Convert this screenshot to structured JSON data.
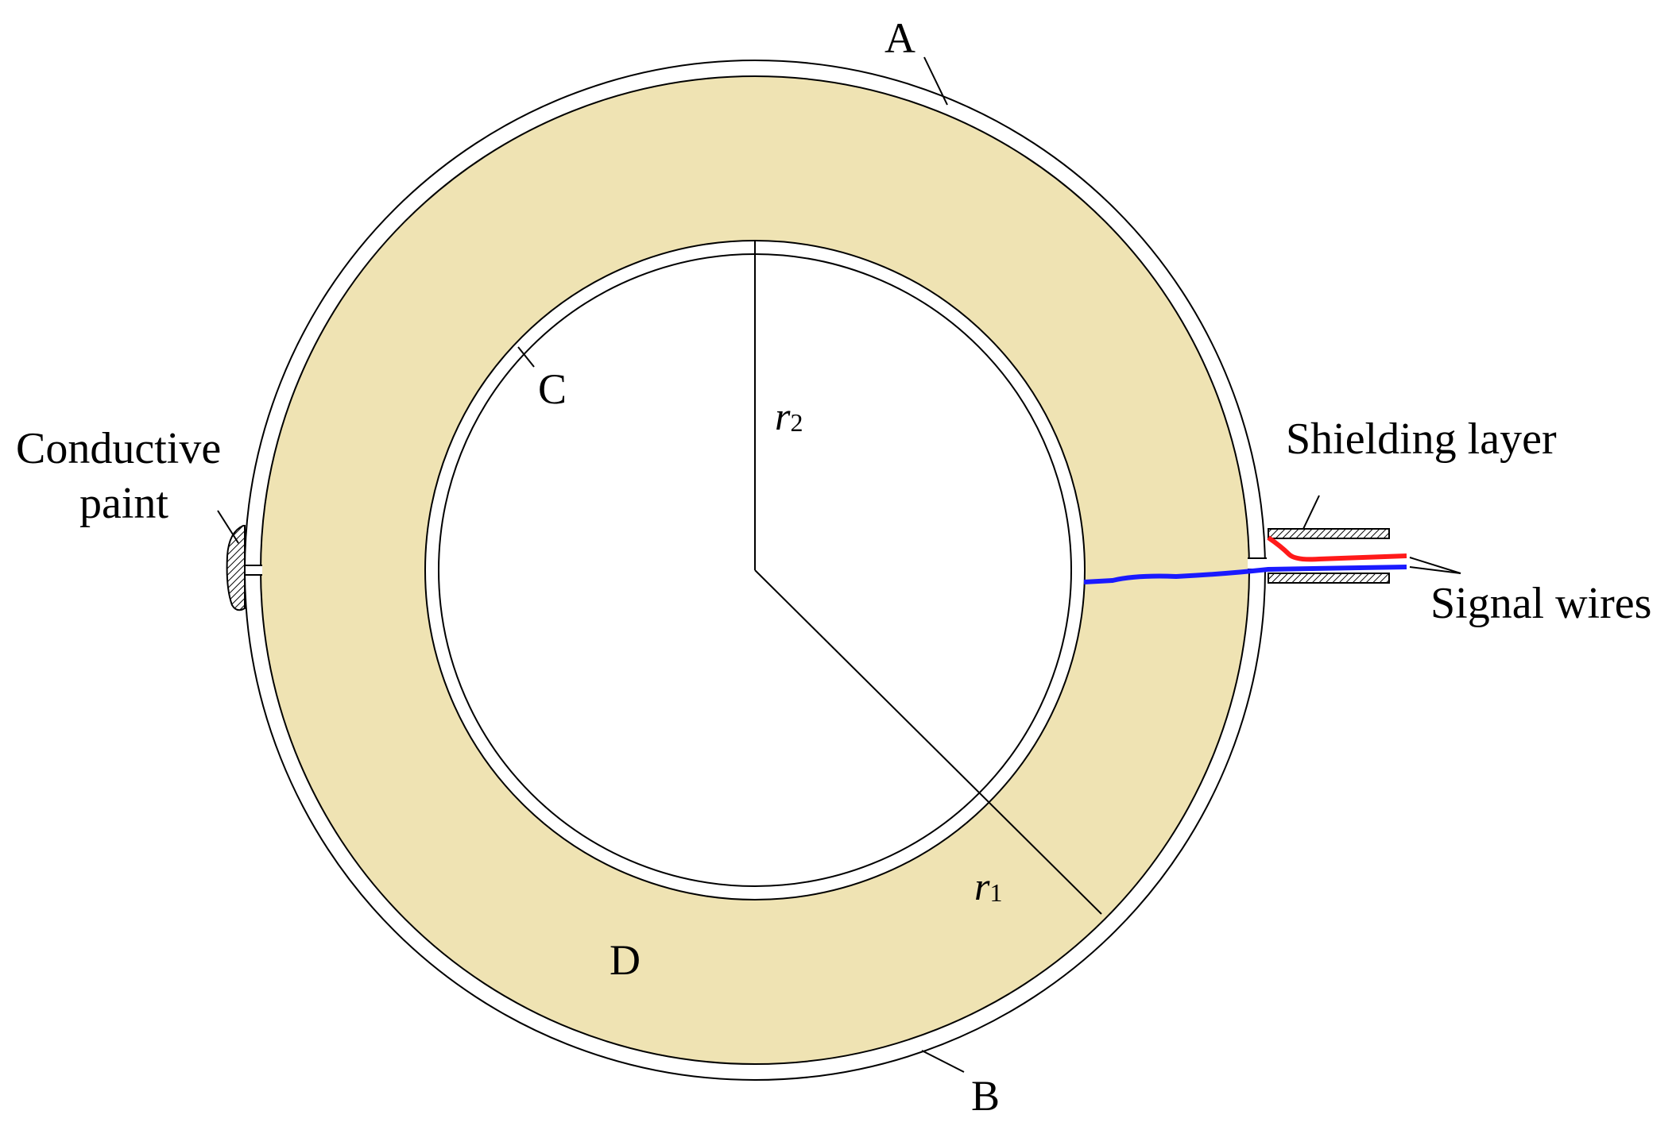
{
  "labels": {
    "A": "A",
    "B": "B",
    "C": "C",
    "D": "D",
    "r2_main": "r",
    "r2_sub": "2",
    "r1_main": "r",
    "r1_sub": "1",
    "conductive_line1": "Conductive",
    "conductive_line2": "paint",
    "shielding_layer": "Shielding layer",
    "signal_wires": "Signal wires"
  },
  "colors": {
    "insulation_fill": "#efe3b3",
    "outline": "#000000",
    "red_wire": "#ff1a1a",
    "blue_wire": "#1a1aff",
    "shield_fill": "#d8d8d8",
    "background": "#ffffff"
  }
}
